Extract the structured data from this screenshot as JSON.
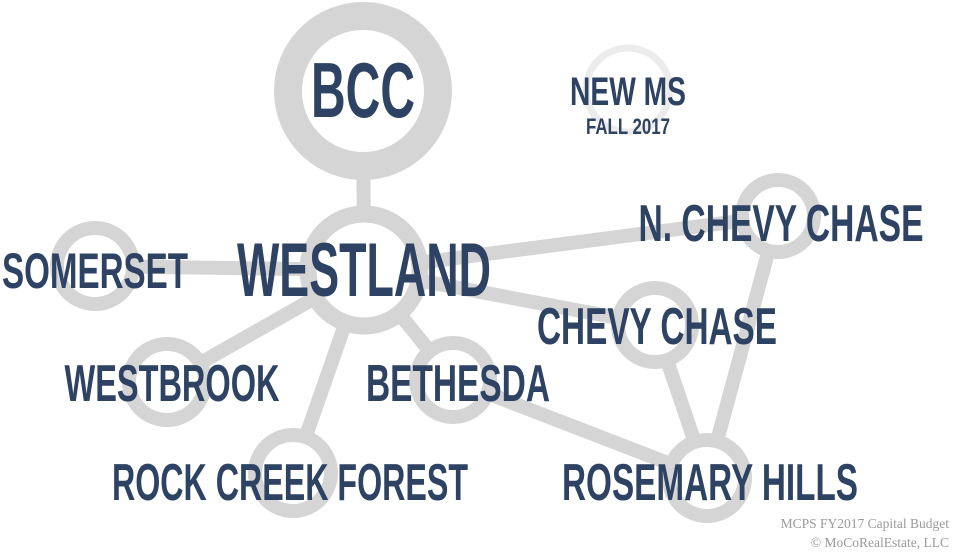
{
  "nodes": {
    "bcc": {
      "label": "BCC",
      "color": "#56692e"
    },
    "new_ms": {
      "label": "NEW MS",
      "sublabel": "FALL 2017",
      "color": "#9b4a13"
    },
    "westland": {
      "label": "WESTLAND",
      "color": "#9b4a13"
    },
    "somerset": {
      "label": "SOMERSET",
      "color": "#2e4363"
    },
    "n_chevy_chase": {
      "label": "N. CHEVY CHASE",
      "color": "#2e4363"
    },
    "chevy_chase": {
      "label": "CHEVY CHASE",
      "color": "#2e4363"
    },
    "westbrook": {
      "label": "WESTBROOK",
      "color": "#2e4363"
    },
    "bethesda": {
      "label": "BETHESDA",
      "color": "#2e4363"
    },
    "rock_creek_forest": {
      "label": "ROCK CREEK FOREST",
      "color": "#2e4363"
    },
    "rosemary_hills": {
      "label": "ROSEMARY HILLS",
      "color": "#2e4363"
    }
  },
  "edges": [
    [
      "bcc",
      "westland"
    ],
    [
      "westland",
      "somerset"
    ],
    [
      "westland",
      "westbrook"
    ],
    [
      "westland",
      "rock_creek_forest"
    ],
    [
      "westland",
      "bethesda"
    ],
    [
      "westland",
      "n_chevy_chase"
    ],
    [
      "westland",
      "chevy_chase"
    ],
    [
      "bethesda",
      "rosemary_hills"
    ],
    [
      "chevy_chase",
      "rosemary_hills"
    ],
    [
      "n_chevy_chase",
      "rosemary_hills"
    ]
  ],
  "colors": {
    "line": "#d5d5d5",
    "ring": "#d5d5d5",
    "ring_light": "#ececec"
  },
  "credit": {
    "line1": "MCPS FY2017 Capital Budget",
    "line2": "© MoCoRealEstate, LLC"
  }
}
